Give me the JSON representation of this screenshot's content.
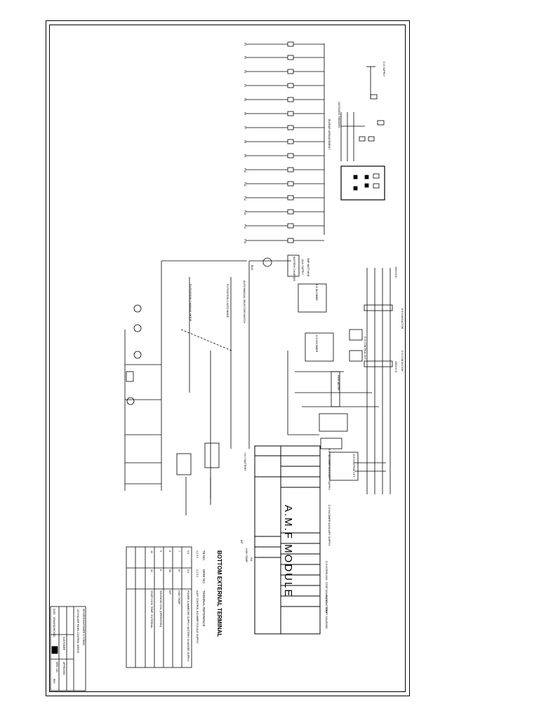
{
  "module": {
    "title": "A.M.F MODULE",
    "left_terminals": [
      "+24 V BATTERY",
      "E/P",
      "HIGH TEMP",
      "OIL"
    ],
    "right_terminals": [
      "D.G INTERLOCK",
      "STOP SOLENOID",
      "+24 V BATTERY",
      "START SOLENOID"
    ],
    "top_labels": [
      "D.G INCOMER AUXILIARY SUPPLY",
      "E.B. INCOMER AUXILIARY SUPPLY"
    ]
  },
  "table": {
    "title": "BOTTOM EXTERNAL TERMINAL",
    "headers": [
      "TB NO.",
      "WIRE NO.",
      "TERMINAL REFERENCE"
    ],
    "rows": [
      {
        "tb": "1,2,3,4",
        "wire": "1,2,3,4",
        "ref": "A.M.F CONTROL INCOMER E.B AUX SUPPLY"
      },
      {
        "tb": "5,6",
        "wire": "5,6",
        "ref": "POWER & AMMETER SUPPLY BATTERY CHARGER SUPPLY"
      },
      {
        "tb": "7",
        "wire": "57",
        "ref": "HIGH TEMP"
      },
      {
        "tb": "8",
        "wire": "58",
        "ref": "E/P"
      },
      {
        "tb": "9",
        "wire": "8",
        "ref": "SOLENOID COIL (OPERATION)"
      },
      {
        "tb": "10",
        "wire": "32",
        "ref": "START HIGH TEMP / EXTERNAL"
      }
    ]
  },
  "labels": {
    "mode_switch": "AUTO MANUAL SELECTOR SWITCH",
    "position_manual": "P1 POSITION 2 MANUAL MODE",
    "position_auto": "P2 POSITION 1 AUTO MODE",
    "dg_incomer": "D.G INCOMER",
    "eb_incomer": "E.B INCOMER",
    "eb_contactor": "E.B CONTACTOR",
    "dg_contactor": "D.G CONTACTOR",
    "battery_charger": "BATTERY CHARGER",
    "smf_mcb": "SMF BATT MCB",
    "busbar": "BUSBAR ARRANGEMENT",
    "outgoing": "OUTGOING FEEDERS",
    "kwh_meter": "KWH METER",
    "dg_control_ckt": "D.G CONTROL CKT",
    "eb_control_ckt": "E.B CONTROL CKT",
    "dg_power": "400/3 D.G",
    "eb_power": "400/3 E.B",
    "ac_supply": "D.G SUPPLY",
    "bus": "BUS",
    "aux_supply": "AUX SUPPLY"
  },
  "title_block": {
    "company": "SRI KRISHNA POWER SYSTEMS",
    "drawing": "125 KVA AMF PANEL CONTROL WIRING",
    "fields": [
      "CUSTOMER",
      "DRG. NO.",
      "DATE",
      "DRAWN",
      "CHECKED",
      "APPROVED",
      "REV"
    ]
  },
  "feeder_labels": [
    "F1",
    "F2",
    "F3",
    "F4",
    "F5",
    "F6",
    "F7",
    "F8",
    "F9",
    "F10",
    "F11",
    "F12",
    "F13",
    "F14",
    "F15",
    "F16"
  ]
}
